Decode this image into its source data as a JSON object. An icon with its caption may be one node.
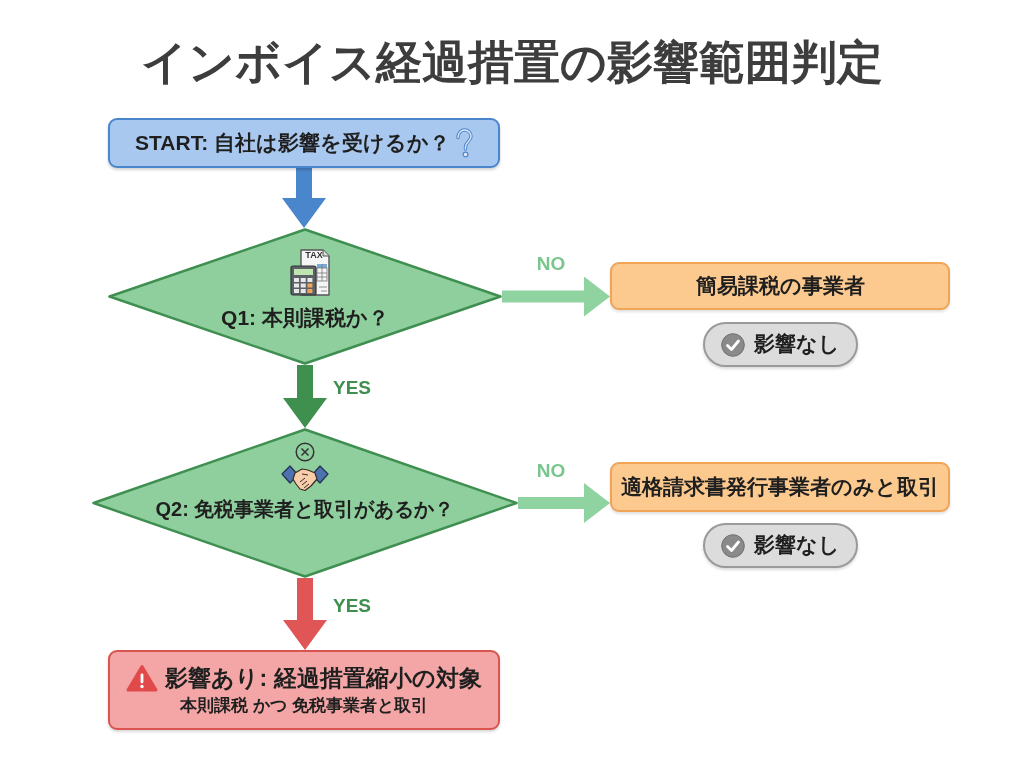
{
  "diagram": {
    "title": "インボイス経過措置の影響範囲判定",
    "nodes": [
      {
        "text": [
          "START: 自社は影響を受けるか？"
        ]
      },
      {
        "text": [
          "TAX",
          "Q1: 本則課税か？"
        ]
      },
      {
        "text": [
          "簡易課税の事業者"
        ]
      },
      {
        "text": [
          "影響なし"
        ]
      },
      {
        "text": [
          "Q2: 免税事業者と取引があるか？"
        ]
      },
      {
        "text": [
          "適格請求書発行事業者のみと取引"
        ]
      },
      {
        "text": [
          "影響なし"
        ]
      },
      {
        "text": [
          "影響あり: 経過措置縮小の対象",
          "本則課税 かつ 免税事業者と取引"
        ]
      }
    ],
    "edges": [
      {
        "from": 0,
        "to": 1,
        "arrow": "to",
        "color": "#4a86cc"
      },
      {
        "from": 1,
        "to": 2,
        "arrow": "to",
        "label": "NO",
        "color": "#8fd3a0"
      },
      {
        "from": 1,
        "to": 4,
        "arrow": "to",
        "label": "YES",
        "color": "#3f8f4f"
      },
      {
        "from": 4,
        "to": 5,
        "arrow": "to",
        "label": "NO",
        "color": "#8fd3a0"
      },
      {
        "from": 4,
        "to": 7,
        "arrow": "to",
        "label": "YES",
        "color": "#e05555"
      }
    ]
  }
}
